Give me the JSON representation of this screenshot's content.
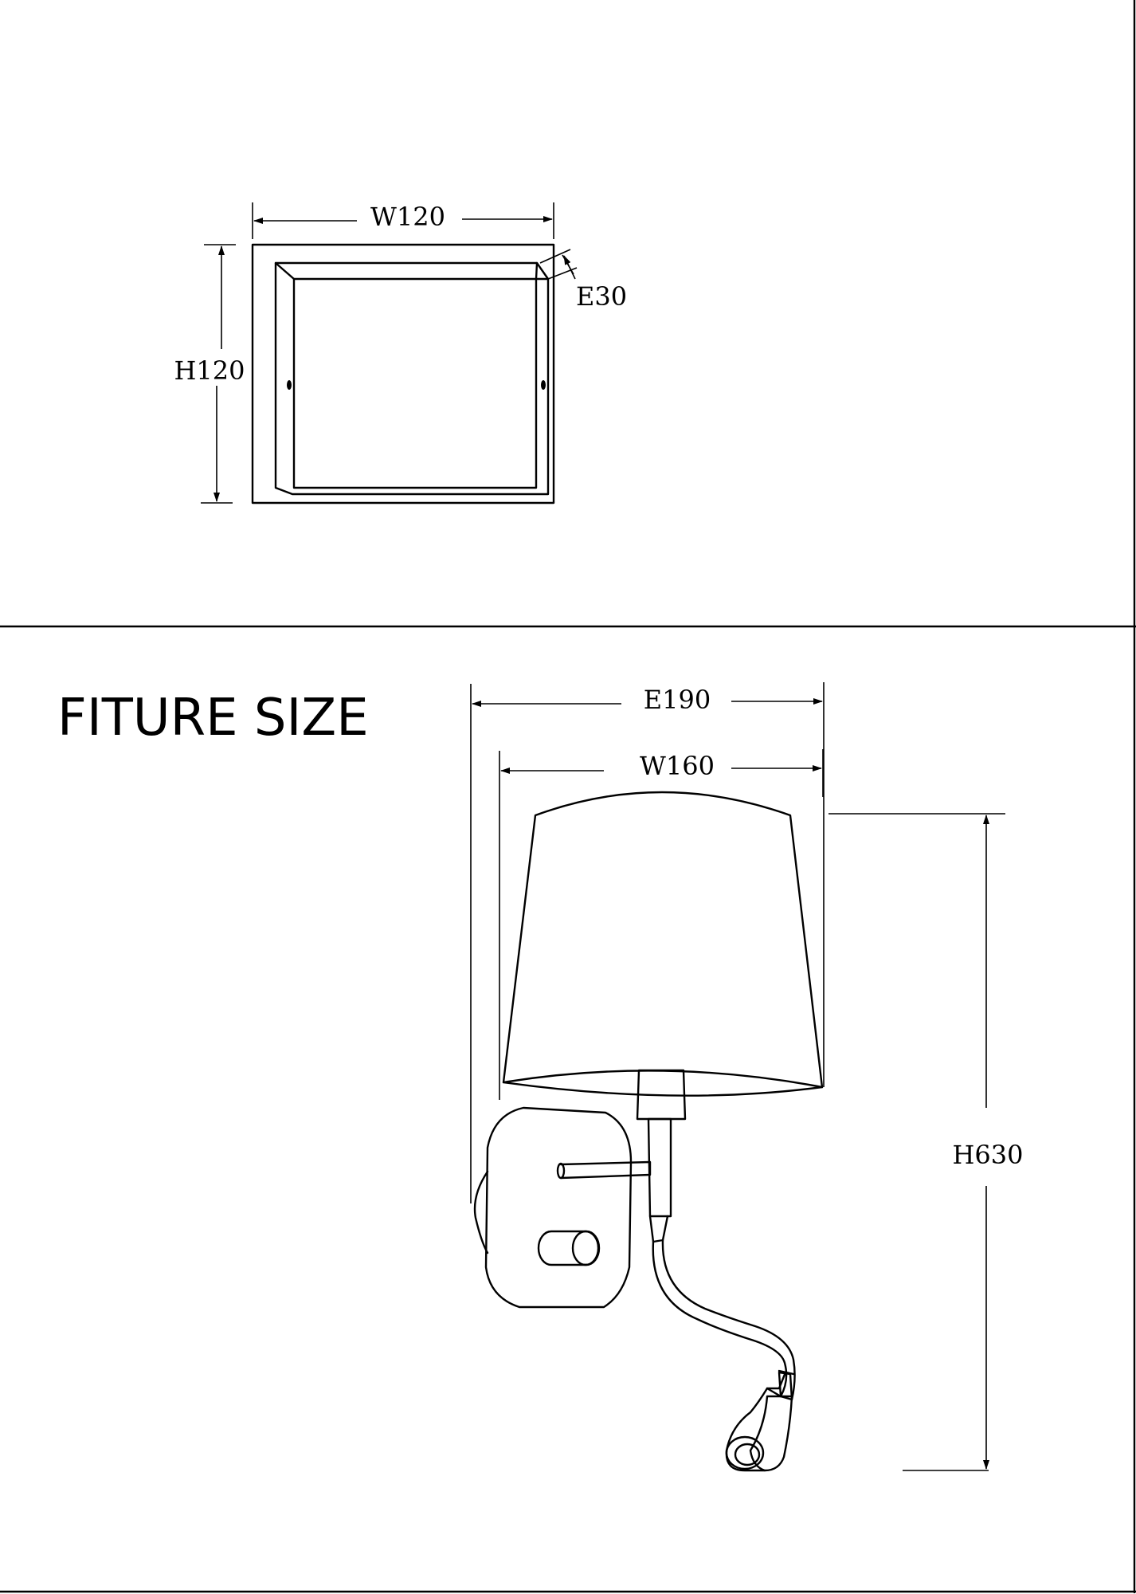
{
  "colors": {
    "line": "#000000",
    "background": "#ffffff"
  },
  "top_panel": {
    "width_label": "W120",
    "height_label": "H120",
    "depth_label": "E30"
  },
  "bottom_panel": {
    "title": "FITURE SIZE",
    "extension_label": "E190",
    "width_label": "W160",
    "height_label": "H630"
  }
}
